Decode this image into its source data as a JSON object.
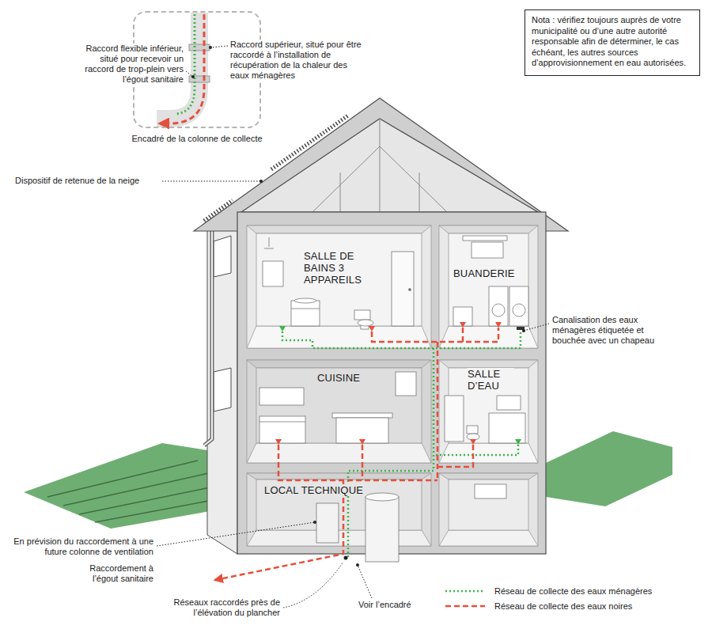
{
  "diagram": {
    "nodes": [
      {
        "text": [
          "Encadré de la colonne de collecte"
        ]
      },
      {
        "text": [
          "Nota : vérifiez toujours auprès de votre municipalité ou d’une autre autorité responsable afin de déterminer, le cas échéant, les autres sources d’approvisionnement en eau autorisées."
        ]
      }
    ],
    "labels": [
      "Raccord flexible inférieur, situé pour recevoir un raccord de trop-plein vers l’égout sanitaire",
      "Raccord supérieur, situé pour être raccordé à l’installation de récupération de la chaleur des eaux ménagères",
      "Dispositif de retenue de la neige",
      "SALLE DE BAINS 3 APPAREILS",
      "BUANDERIE",
      "Canalisation des eaux ménagères étiquetée et bouchée avec un chapeau",
      "CUISINE",
      "SALLE D’EAU",
      "LOCAL TECHNIQUE",
      "En prévision du raccordement à une future colonne de ventilation",
      "Raccordement à l’égout sanitaire",
      "Réseaux raccordés près de l’élévation du plancher",
      "Voir l’encadré"
    ],
    "legend": [
      {
        "text": "Réseau de collecte des eaux ménagères"
      },
      {
        "text": "Réseau de collecte des eaux noires"
      }
    ]
  }
}
